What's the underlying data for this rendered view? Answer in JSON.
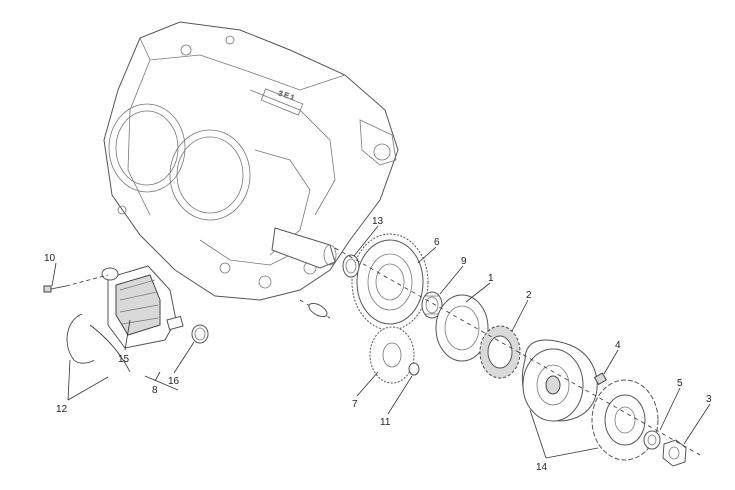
{
  "callouts": {
    "c1": "1",
    "c2": "2",
    "c3": "3",
    "c4": "4",
    "c5": "5",
    "c6": "6",
    "c7": "7",
    "c8": "8",
    "c9": "9",
    "c10": "10",
    "c11": "11",
    "c12": "12",
    "c13": "13",
    "c14": "14",
    "c15": "15",
    "c16": "16"
  },
  "engraving": "3 E 1"
}
